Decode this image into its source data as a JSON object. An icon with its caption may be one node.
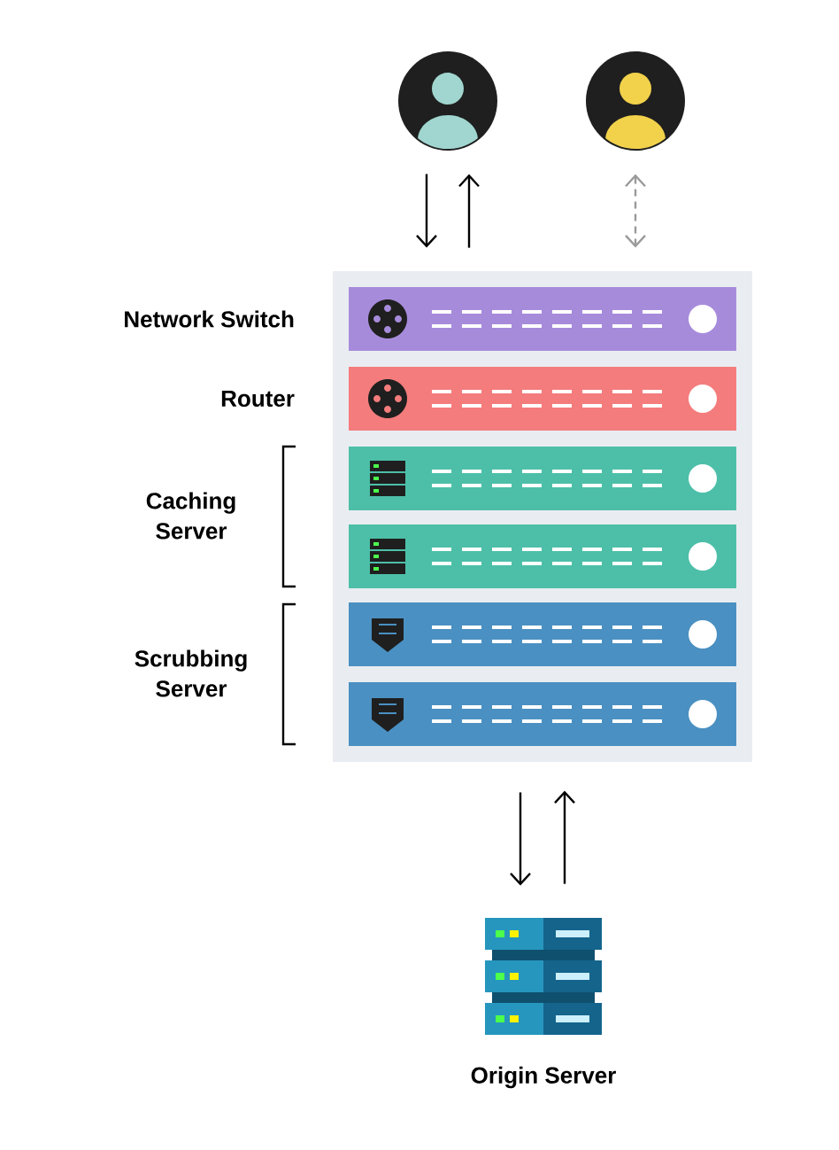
{
  "diagram": {
    "nodes": [
      {
        "text": [],
        "shape": "person"
      },
      {
        "text": [],
        "shape": "person"
      },
      {
        "text": [],
        "shape": "box"
      },
      {
        "text": [
          "Network Switch"
        ],
        "in": 2
      },
      {
        "text": [
          "Router"
        ],
        "in": 2
      },
      {
        "text": [],
        "shape": "box",
        "in": 2
      },
      {
        "text": [],
        "shape": "box",
        "in": 2
      },
      {
        "text": [],
        "shape": "box",
        "in": 2
      },
      {
        "text": [],
        "shape": "box",
        "in": 2
      },
      {
        "text": [
          "Origin Server"
        ]
      }
    ],
    "edges": [
      {
        "from": 0,
        "to": 2,
        "arrow": "to"
      },
      {
        "from": 2,
        "to": 0,
        "arrow": "to"
      },
      {
        "from": 1,
        "to": 2,
        "arrow": "both",
        "style": "dashed",
        "color": "#9a9a9a"
      },
      {
        "from": 2,
        "to": 9,
        "arrow": "to"
      },
      {
        "from": 9,
        "to": 2,
        "arrow": "to"
      }
    ],
    "labels": [
      "Caching Server",
      "Scrubbing Server"
    ]
  }
}
